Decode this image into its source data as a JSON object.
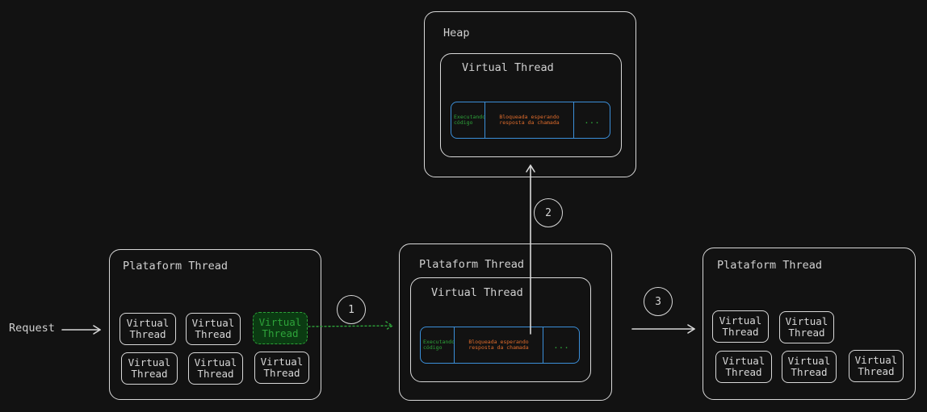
{
  "request_label": "Request",
  "steps": [
    "1",
    "2",
    "3"
  ],
  "colors": {
    "background": "#121212",
    "stroke": "#d8d8d8",
    "green": "#2ea43a",
    "blue": "#3b8fd9",
    "orange": "#e06c2c"
  },
  "heap": {
    "title": "Heap",
    "vthread_title": "Virtual Thread",
    "timeline": {
      "running": "Executando código",
      "blocked": "Bloqueada esperando resposta da chamada",
      "more": "..."
    }
  },
  "left_platform": {
    "title": "Plataform Thread",
    "vthreads": [
      "Virtual Thread",
      "Virtual Thread",
      "Virtual Thread",
      "Virtual Thread",
      "Virtual Thread",
      "Virtual Thread"
    ]
  },
  "middle_platform": {
    "title": "Plataform Thread",
    "vthread_title": "Virtual Thread",
    "timeline": {
      "running": "Executando código",
      "blocked": "Bloqueada esperando resposta da chamada",
      "more": "..."
    }
  },
  "right_platform": {
    "title": "Plataform Thread",
    "vthreads": [
      "Virtual Thread",
      "Virtual Thread",
      "Virtual Thread",
      "Virtual Thread",
      "Virtual Thread"
    ]
  }
}
